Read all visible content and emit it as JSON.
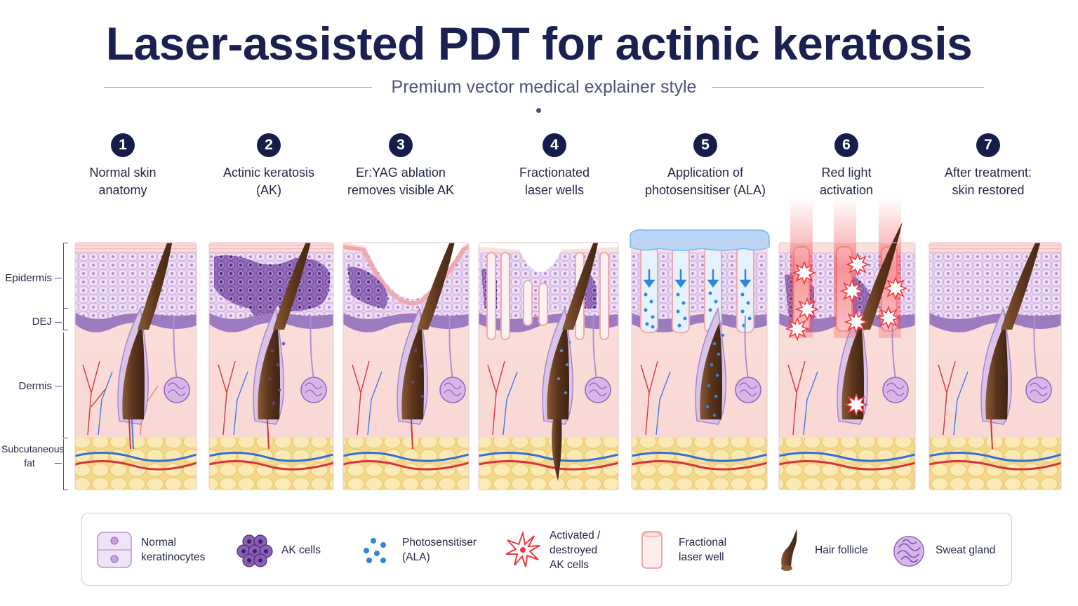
{
  "header": {
    "title": "Laser-assisted PDT for actinic keratosis",
    "subtitle": "Premium vector medical explainer style"
  },
  "layers": [
    {
      "label": "Epidermis"
    },
    {
      "label": "DEJ"
    },
    {
      "label": "Dermis"
    },
    {
      "label_line1": "Subcutaneous",
      "label_line2": "fat"
    }
  ],
  "steps": [
    {
      "number": "1",
      "line1": "Normal skin",
      "line2": "anatomy"
    },
    {
      "number": "2",
      "line1": "Actinic keratosis",
      "line2": "(AK)"
    },
    {
      "number": "3",
      "line1": "Er:YAG ablation",
      "line2": "removes visible AK"
    },
    {
      "number": "4",
      "line1": "Fractionated",
      "line2": "laser wells"
    },
    {
      "number": "5",
      "line1": "Application of",
      "line2": "photosensitiser (ALA)"
    },
    {
      "number": "6",
      "line1": "Red light",
      "line2": "activation"
    },
    {
      "number": "7",
      "line1": "After treatment:",
      "line2": "skin restored"
    }
  ],
  "legend": [
    {
      "icon": "keratinocyte-icon",
      "line1": "Normal",
      "line2": "keratinocytes"
    },
    {
      "icon": "ak-cells-icon",
      "line1": "AK cells",
      "line2": ""
    },
    {
      "icon": "photosensitiser-icon",
      "line1": "Photosensitiser",
      "line2": "(ALA)"
    },
    {
      "icon": "burst-icon",
      "line1": "Activated /",
      "line2": "destroyed",
      "line3": "AK cells"
    },
    {
      "icon": "laser-well-icon",
      "line1": "Fractional",
      "line2": "laser well"
    },
    {
      "icon": "hair-follicle-icon",
      "line1": "Hair follicle",
      "line2": ""
    },
    {
      "icon": "sweat-gland-icon",
      "line1": "Sweat gland",
      "line2": ""
    }
  ],
  "colors": {
    "title": "#1a2150",
    "epidermis": "#e6d3ef",
    "dej": "#9d7bc0",
    "dermis": "#fbe3df",
    "fat": "#f9e7a7",
    "ak": "#7a52a3",
    "ala": "#2f86dd",
    "red_light": "#f0393e",
    "hair": "#6b4224"
  }
}
